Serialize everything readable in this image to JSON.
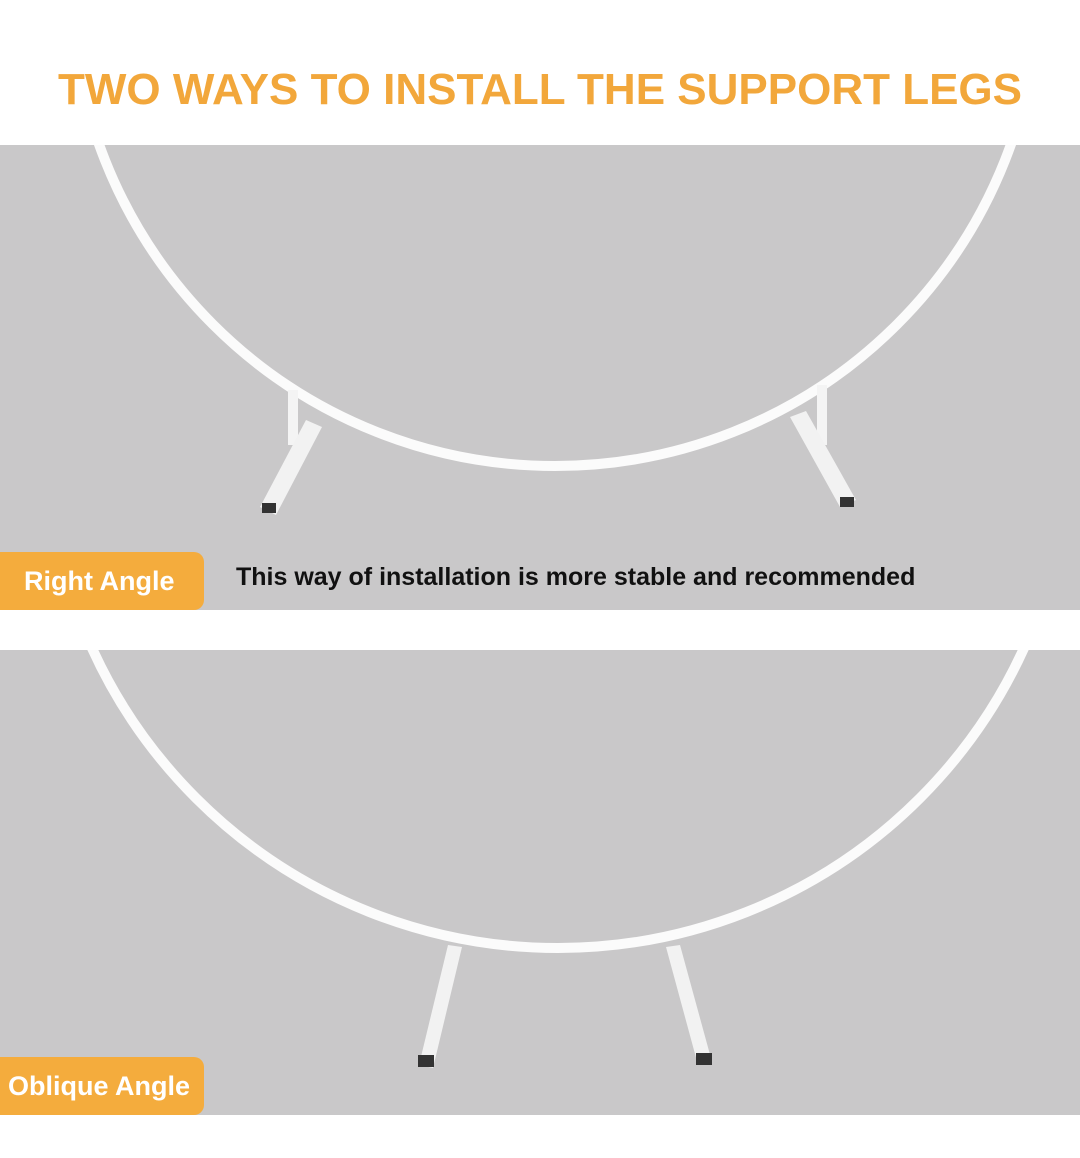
{
  "title": "TWO WAYS TO INSTALL THE SUPPORT LEGS",
  "sections": [
    {
      "label": "Right Angle",
      "note": "This way of installation is more stable and recommended"
    },
    {
      "label": "Oblique Angle"
    }
  ],
  "colors": {
    "accent": "#F4AC3D",
    "title": "#F2A73B",
    "panel": "#C9C8C9",
    "frame": "#FFFFFF"
  }
}
